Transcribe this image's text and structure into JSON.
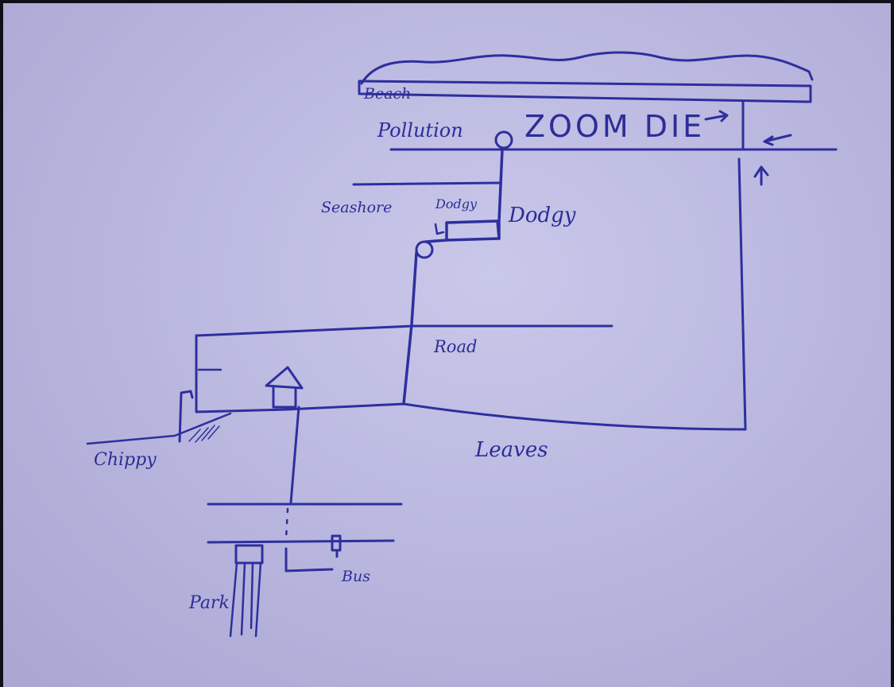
{
  "map": {
    "ink_color": "#2e2f9e",
    "paper_color": "#bdbbe0",
    "labels": {
      "beach": "Beach",
      "pollution": "Pollution",
      "zoom_die": "ZOOM DIE",
      "seashore": "Seashore",
      "dodgy_small": "Dodgy",
      "dodgy": "Dodgy",
      "road": "Road",
      "leaves": "Leaves",
      "chippy": "Chippy",
      "bus": "Bus",
      "park": "Park"
    }
  }
}
